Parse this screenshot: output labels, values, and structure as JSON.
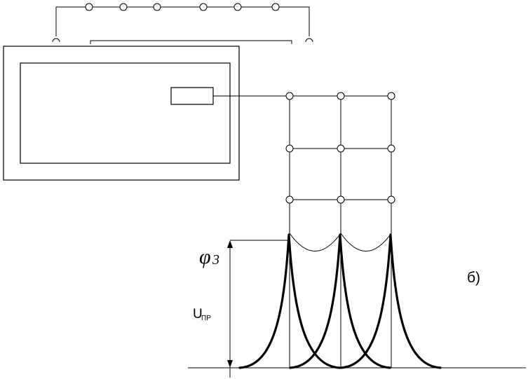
{
  "labels": {
    "potential_symbol": "φ",
    "potential_subscript": "3",
    "voltage_symbol": "U",
    "voltage_subscript": "ПР",
    "panel_label": "б)"
  }
}
